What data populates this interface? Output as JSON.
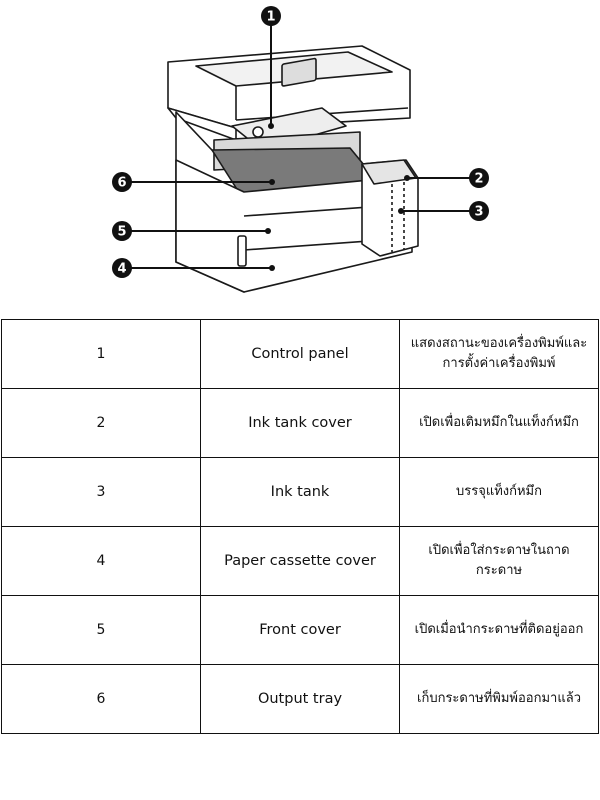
{
  "figure": {
    "callouts": [
      "1",
      "2",
      "3",
      "4",
      "5",
      "6"
    ]
  },
  "parts_table": {
    "rows": [
      {
        "num": "1",
        "name": "Control panel",
        "description": "แสดงสถานะของเครื่องพิมพ์และการตั้งค่าเครื่องพิมพ์"
      },
      {
        "num": "2",
        "name": "Ink tank cover",
        "description": "เปิดเพื่อเติมหมึกในแท็งก์หมึก"
      },
      {
        "num": "3",
        "name": "Ink tank",
        "description": "บรรจุแท็งก์หมึก"
      },
      {
        "num": "4",
        "name": "Paper cassette cover",
        "description": "เปิดเพื่อใส่กระดาษในถาดกระดาษ"
      },
      {
        "num": "5",
        "name": "Front cover",
        "description": "เปิดเมื่อนำกระดาษที่ติดอยู่ออก"
      },
      {
        "num": "6",
        "name": "Output tray",
        "description": "เก็บกระดาษที่พิมพ์ออกมาแล้ว"
      }
    ]
  }
}
